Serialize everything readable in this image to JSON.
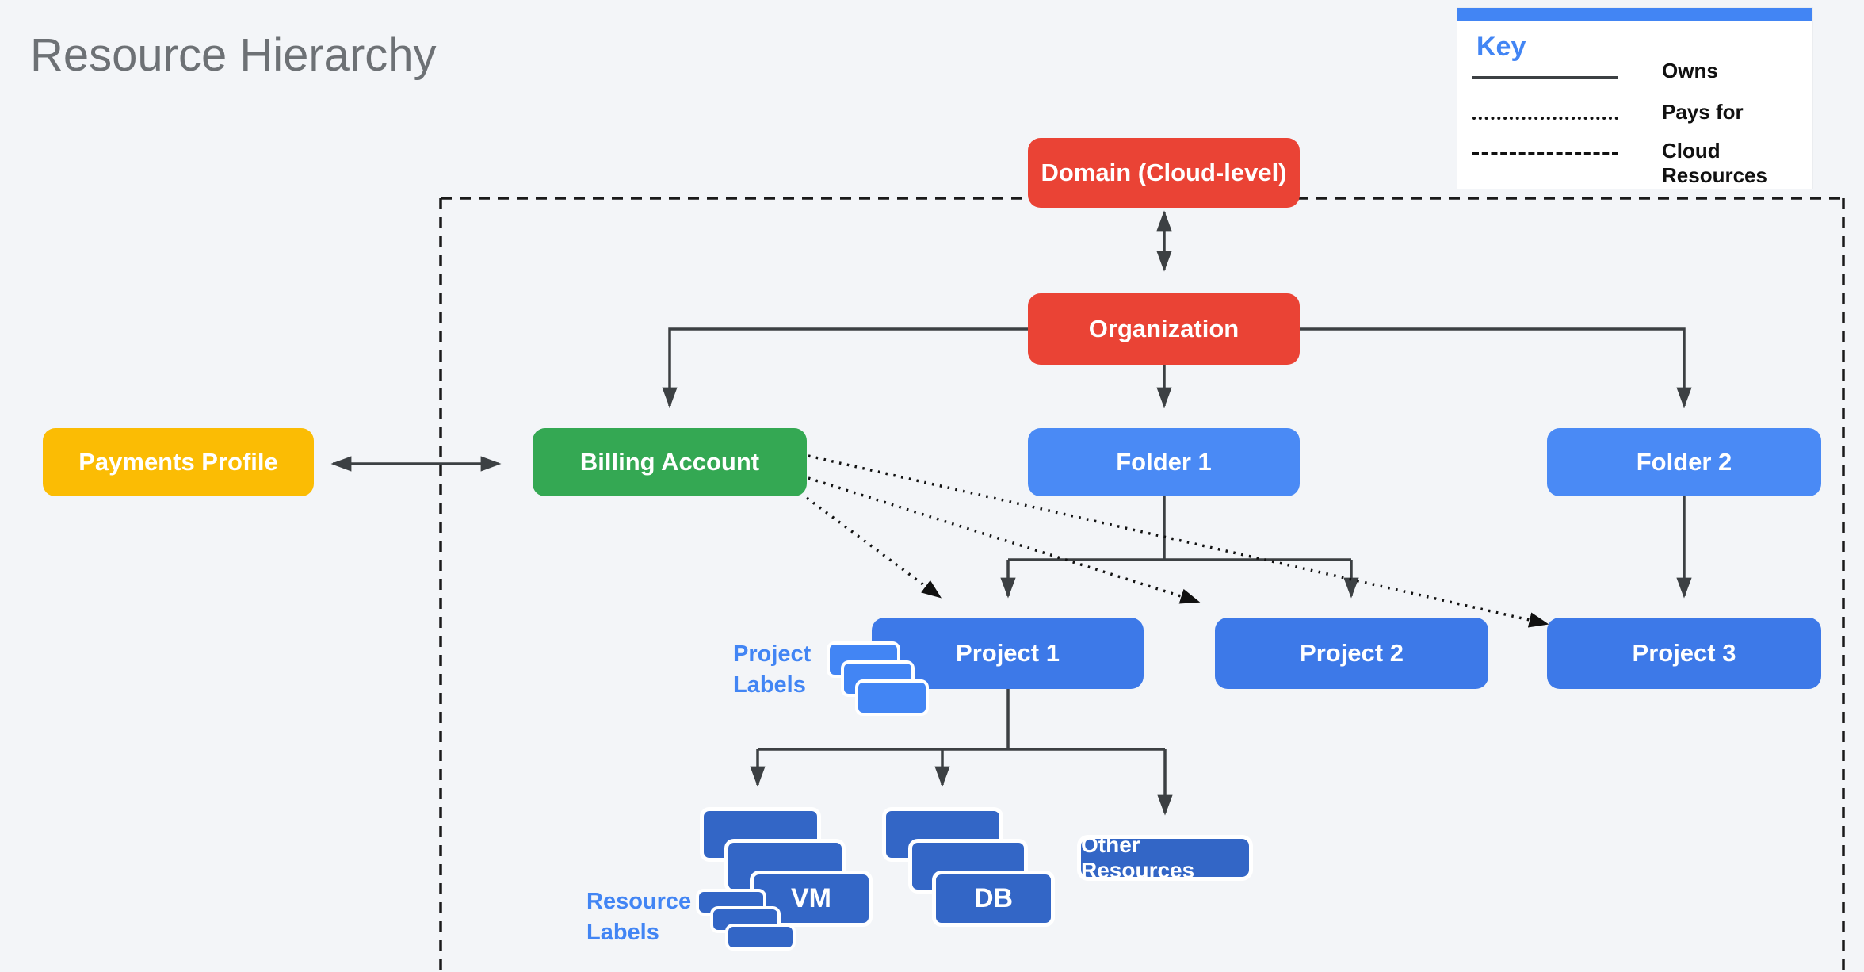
{
  "title": "Resource Hierarchy",
  "key": {
    "heading": "Key",
    "items": [
      {
        "name": "owns",
        "line_style": "solid",
        "label": "Owns"
      },
      {
        "name": "pays-for",
        "line_style": "dotted",
        "label": "Pays for"
      },
      {
        "name": "cloud-resources",
        "line_style": "dashed",
        "label": "Cloud Resources"
      }
    ]
  },
  "nodes": {
    "domain": {
      "label": "Domain (Cloud-level)"
    },
    "organization": {
      "label": "Organization"
    },
    "payments_profile": {
      "label": "Payments Profile"
    },
    "billing_account": {
      "label": "Billing Account"
    },
    "folder_1": {
      "label": "Folder 1"
    },
    "folder_2": {
      "label": "Folder 2"
    },
    "project_1": {
      "label": "Project 1"
    },
    "project_2": {
      "label": "Project 2"
    },
    "project_3": {
      "label": "Project 3"
    },
    "vm": {
      "label": "VM"
    },
    "db": {
      "label": "DB"
    },
    "other_resources": {
      "label": "Other Resources"
    }
  },
  "annotations": {
    "project_labels": {
      "line1": "Project",
      "line2": "Labels"
    },
    "resource_labels": {
      "line1": "Resource",
      "line2": "Labels"
    }
  },
  "colors": {
    "red": "#EA4335",
    "green": "#34A853",
    "yellow": "#FBBC04",
    "folder_blue": "#4A8AF5",
    "project_blue": "#3D79E8",
    "resource_blue": "#3366C6",
    "label_card_blue": "#4285F4",
    "accent_blue": "#4285F4",
    "line_dark": "#3C4043",
    "line_black": "#111111",
    "title_gray": "#6D7175",
    "background": "#F3F5F8"
  }
}
